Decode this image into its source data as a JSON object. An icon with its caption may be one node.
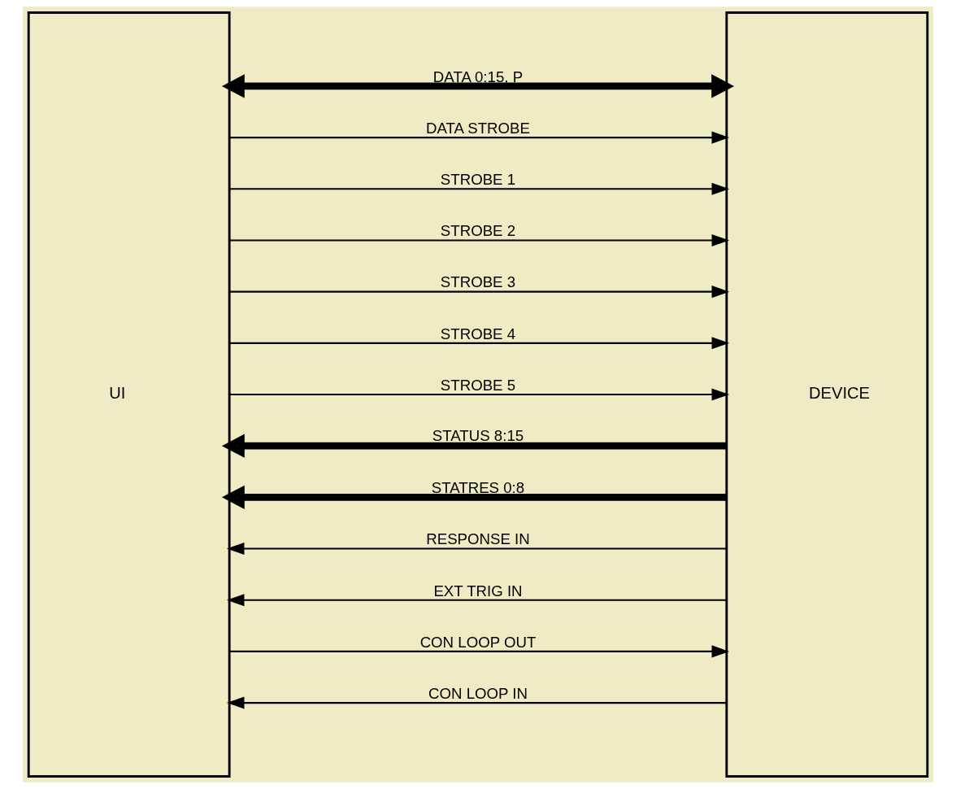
{
  "diagram": {
    "nodes": [
      {
        "text": [
          "UI"
        ]
      },
      {
        "text": [
          "DEVICE"
        ]
      }
    ],
    "edges": [
      {
        "from": 0,
        "to": 1,
        "arrow": "both",
        "label": "DATA 0:15, P",
        "style": "thick"
      },
      {
        "from": 0,
        "to": 1,
        "arrow": "to",
        "label": "DATA STROBE"
      },
      {
        "from": 0,
        "to": 1,
        "arrow": "to",
        "label": "STROBE 1"
      },
      {
        "from": 0,
        "to": 1,
        "arrow": "to",
        "label": "STROBE 2"
      },
      {
        "from": 0,
        "to": 1,
        "arrow": "to",
        "label": "STROBE 3"
      },
      {
        "from": 0,
        "to": 1,
        "arrow": "to",
        "label": "STROBE 4"
      },
      {
        "from": 0,
        "to": 1,
        "arrow": "to",
        "label": "STROBE 5"
      },
      {
        "from": 1,
        "to": 0,
        "arrow": "to",
        "label": "STATUS 8:15",
        "style": "thick"
      },
      {
        "from": 1,
        "to": 0,
        "arrow": "to",
        "label": "STATRES 0:8",
        "style": "thick"
      },
      {
        "from": 1,
        "to": 0,
        "arrow": "to",
        "label": "RESPONSE IN"
      },
      {
        "from": 1,
        "to": 0,
        "arrow": "to",
        "label": "EXT TRIG IN"
      },
      {
        "from": 0,
        "to": 1,
        "arrow": "to",
        "label": "CON LOOP OUT"
      },
      {
        "from": 1,
        "to": 0,
        "arrow": "to",
        "label": "CON LOOP IN"
      }
    ]
  }
}
